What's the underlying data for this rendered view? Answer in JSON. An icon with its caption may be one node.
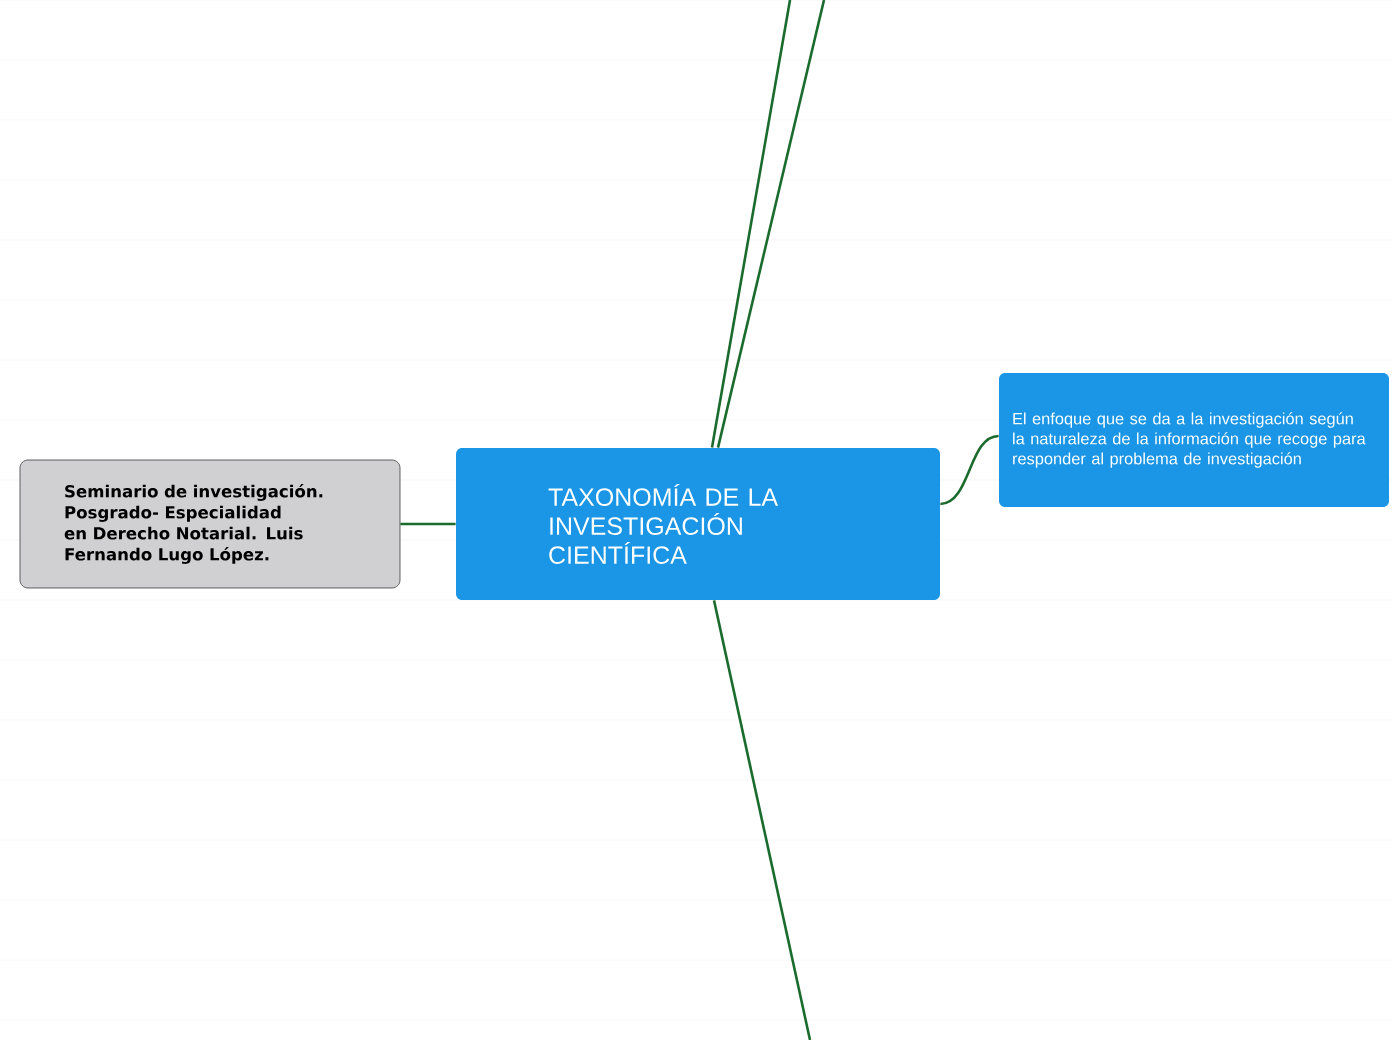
{
  "diagram": {
    "nodes": [
      {
        "text": [
          "TAXONOMÍA DE LA INVESTIGACIÓN CIENTÍFICA"
        ]
      },
      {
        "text": [
          "Seminario de investigación. Posgrado- Especialidad en Derecho Notarial. Luis Fernando Lugo López."
        ]
      },
      {
        "text": [
          "El enfoque que se da a la investigación según la naturaleza de la información que recoge para responder al problema de investigación"
        ]
      }
    ],
    "edges": [
      {
        "from": 0,
        "to": 1,
        "arrow": "none"
      },
      {
        "from": 0,
        "to": 2,
        "arrow": "none"
      },
      {
        "from": 0,
        "to": null,
        "arrow": "none"
      },
      {
        "from": 0,
        "to": null,
        "arrow": "none"
      },
      {
        "from": 0,
        "to": null,
        "arrow": "none"
      }
    ]
  }
}
